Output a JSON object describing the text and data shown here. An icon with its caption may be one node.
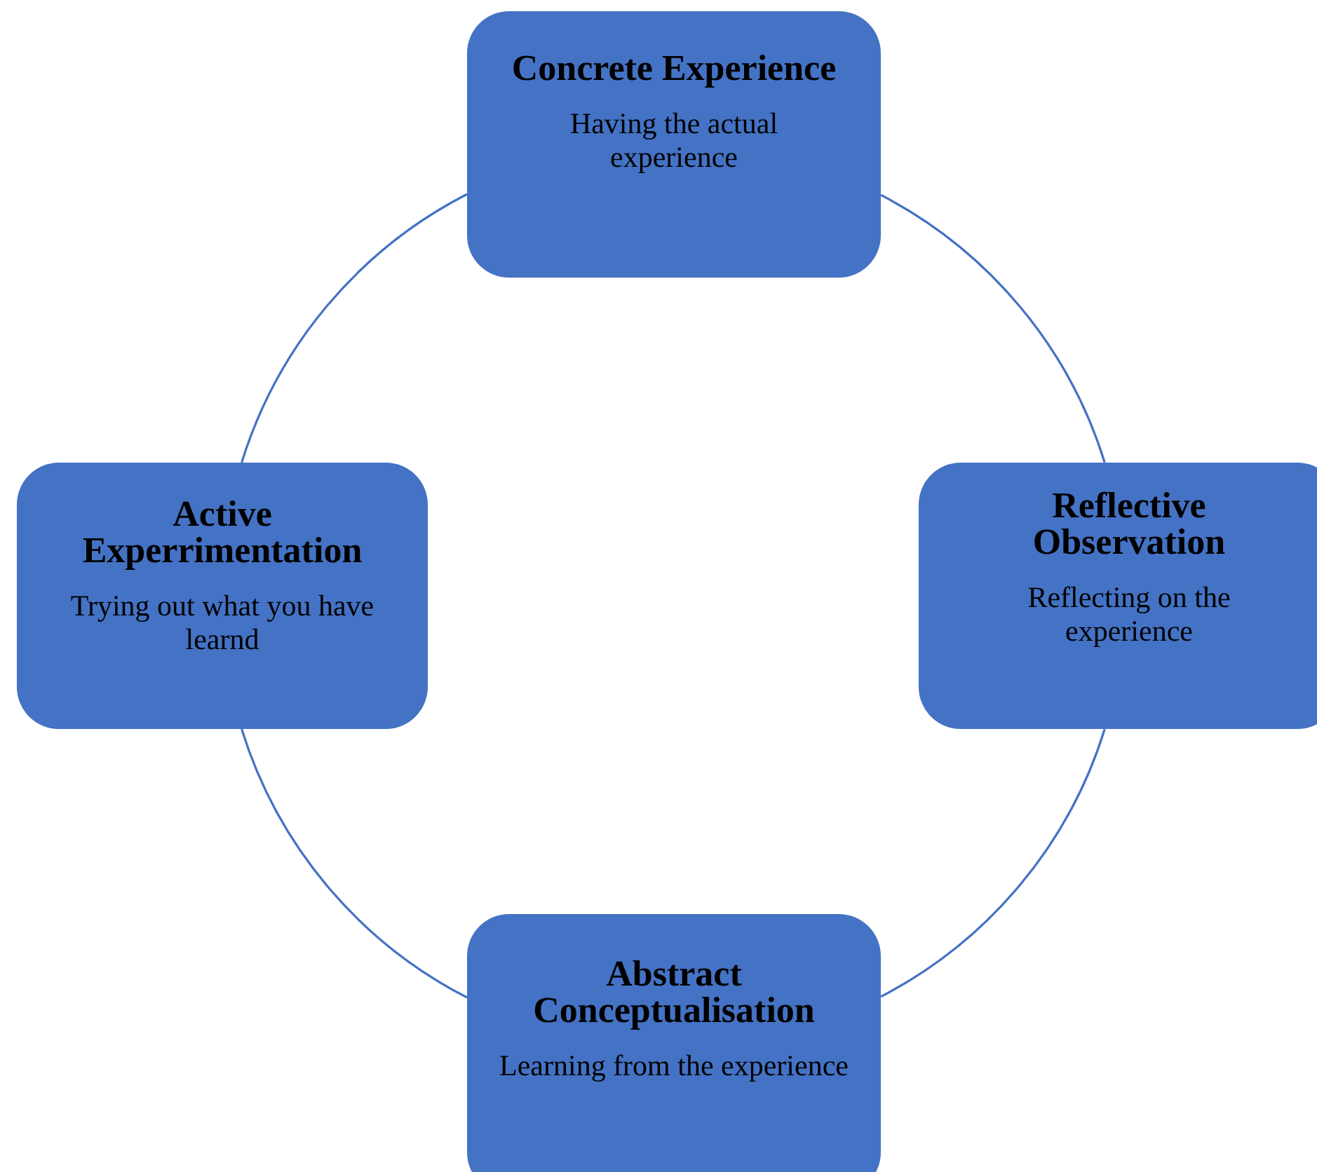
{
  "diagram": {
    "nodes": [
      {
        "text": [
          "Concrete Experience",
          "Having the actual experience"
        ]
      },
      {
        "text": [
          "Reflective Observation",
          "Reflecting on the experience"
        ]
      },
      {
        "text": [
          "Abstract Conceptualisation",
          "Learning from the experience"
        ]
      },
      {
        "text": [
          "Active Experrimentation",
          "Trying out what you have learnd"
        ]
      }
    ],
    "edges": [
      {
        "from": 0,
        "to": 1,
        "arrow": "none"
      },
      {
        "from": 1,
        "to": 2,
        "arrow": "none"
      },
      {
        "from": 2,
        "to": 3,
        "arrow": "none"
      },
      {
        "from": 3,
        "to": 0,
        "arrow": "none"
      }
    ]
  }
}
